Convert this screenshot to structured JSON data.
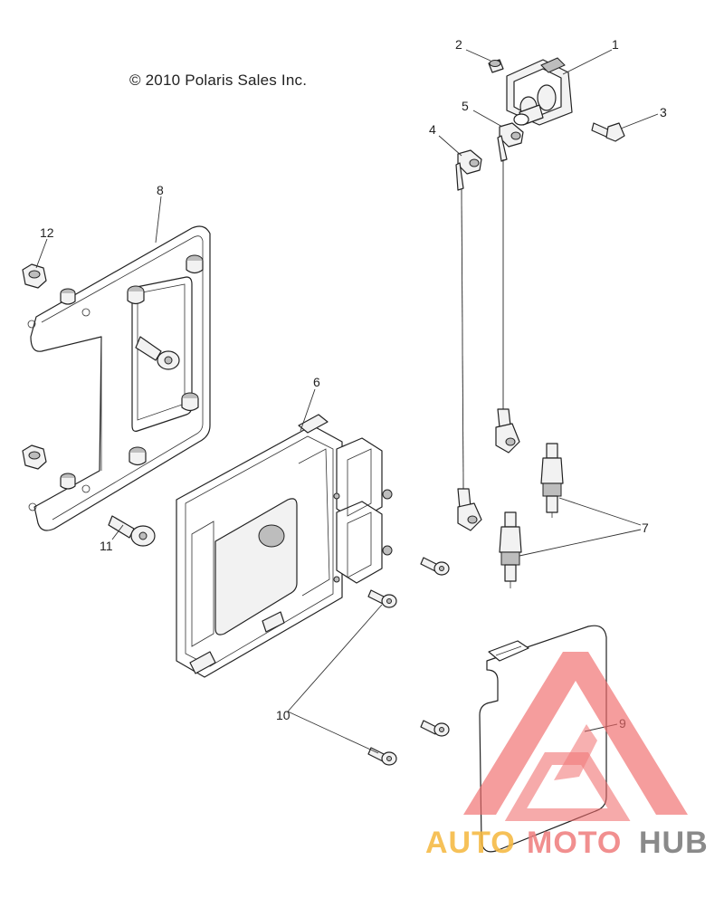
{
  "copyright": "© 2010 Polaris Sales Inc.",
  "callouts": [
    "1",
    "2",
    "3",
    "4",
    "5",
    "6",
    "7",
    "8",
    "9",
    "10",
    "11",
    "12"
  ],
  "watermark": {
    "part1": "AUTO",
    "part2": "MOTO",
    "part3": "HUB",
    "colors": {
      "auto": "#f5b942",
      "moto": "#f08080",
      "hub": "#7a7a7a",
      "triangle": "#f06a6a"
    }
  }
}
